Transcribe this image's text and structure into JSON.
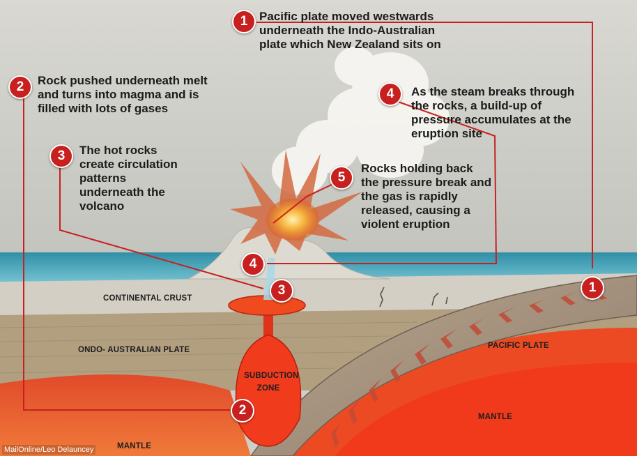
{
  "annotations": {
    "a1": {
      "number": "1",
      "text": "Pacific plate moved westwards underneath the Indo-Australian plate which New Zealand sits on"
    },
    "a2": {
      "number": "2",
      "text": "Rock pushed underneath melt and turns into magma and is filled with lots of gases"
    },
    "a3": {
      "number": "3",
      "text": "The hot rocks create circulation patterns underneath the volcano"
    },
    "a4": {
      "number": "4",
      "text": "As the steam breaks through the rocks, a build-up of pressure accumulates at the eruption site"
    },
    "a5": {
      "number": "5",
      "text": "Rocks holding back the pressure break and the gas is rapidly released, causing a violent eruption"
    }
  },
  "layer_labels": {
    "continental_crust": "CONTINENTAL CRUST",
    "indo_australian_plate": "ONDO- AUSTRALIAN PLATE",
    "pacific_plate": "PACIFIC PLATE",
    "subduction_zone": "SUBDUCTION ZONE",
    "mantle_left": "MANTLE",
    "mantle_right": "MANTLE"
  },
  "credit": "MailOnline/Leo Delauncey",
  "colors": {
    "badge": "#c8201e",
    "leader_line": "#c8201e",
    "sea": "#5fb7c9",
    "crust": "#d5d1c6",
    "mantle": "#e8371f",
    "magma": "#f04b1f"
  }
}
